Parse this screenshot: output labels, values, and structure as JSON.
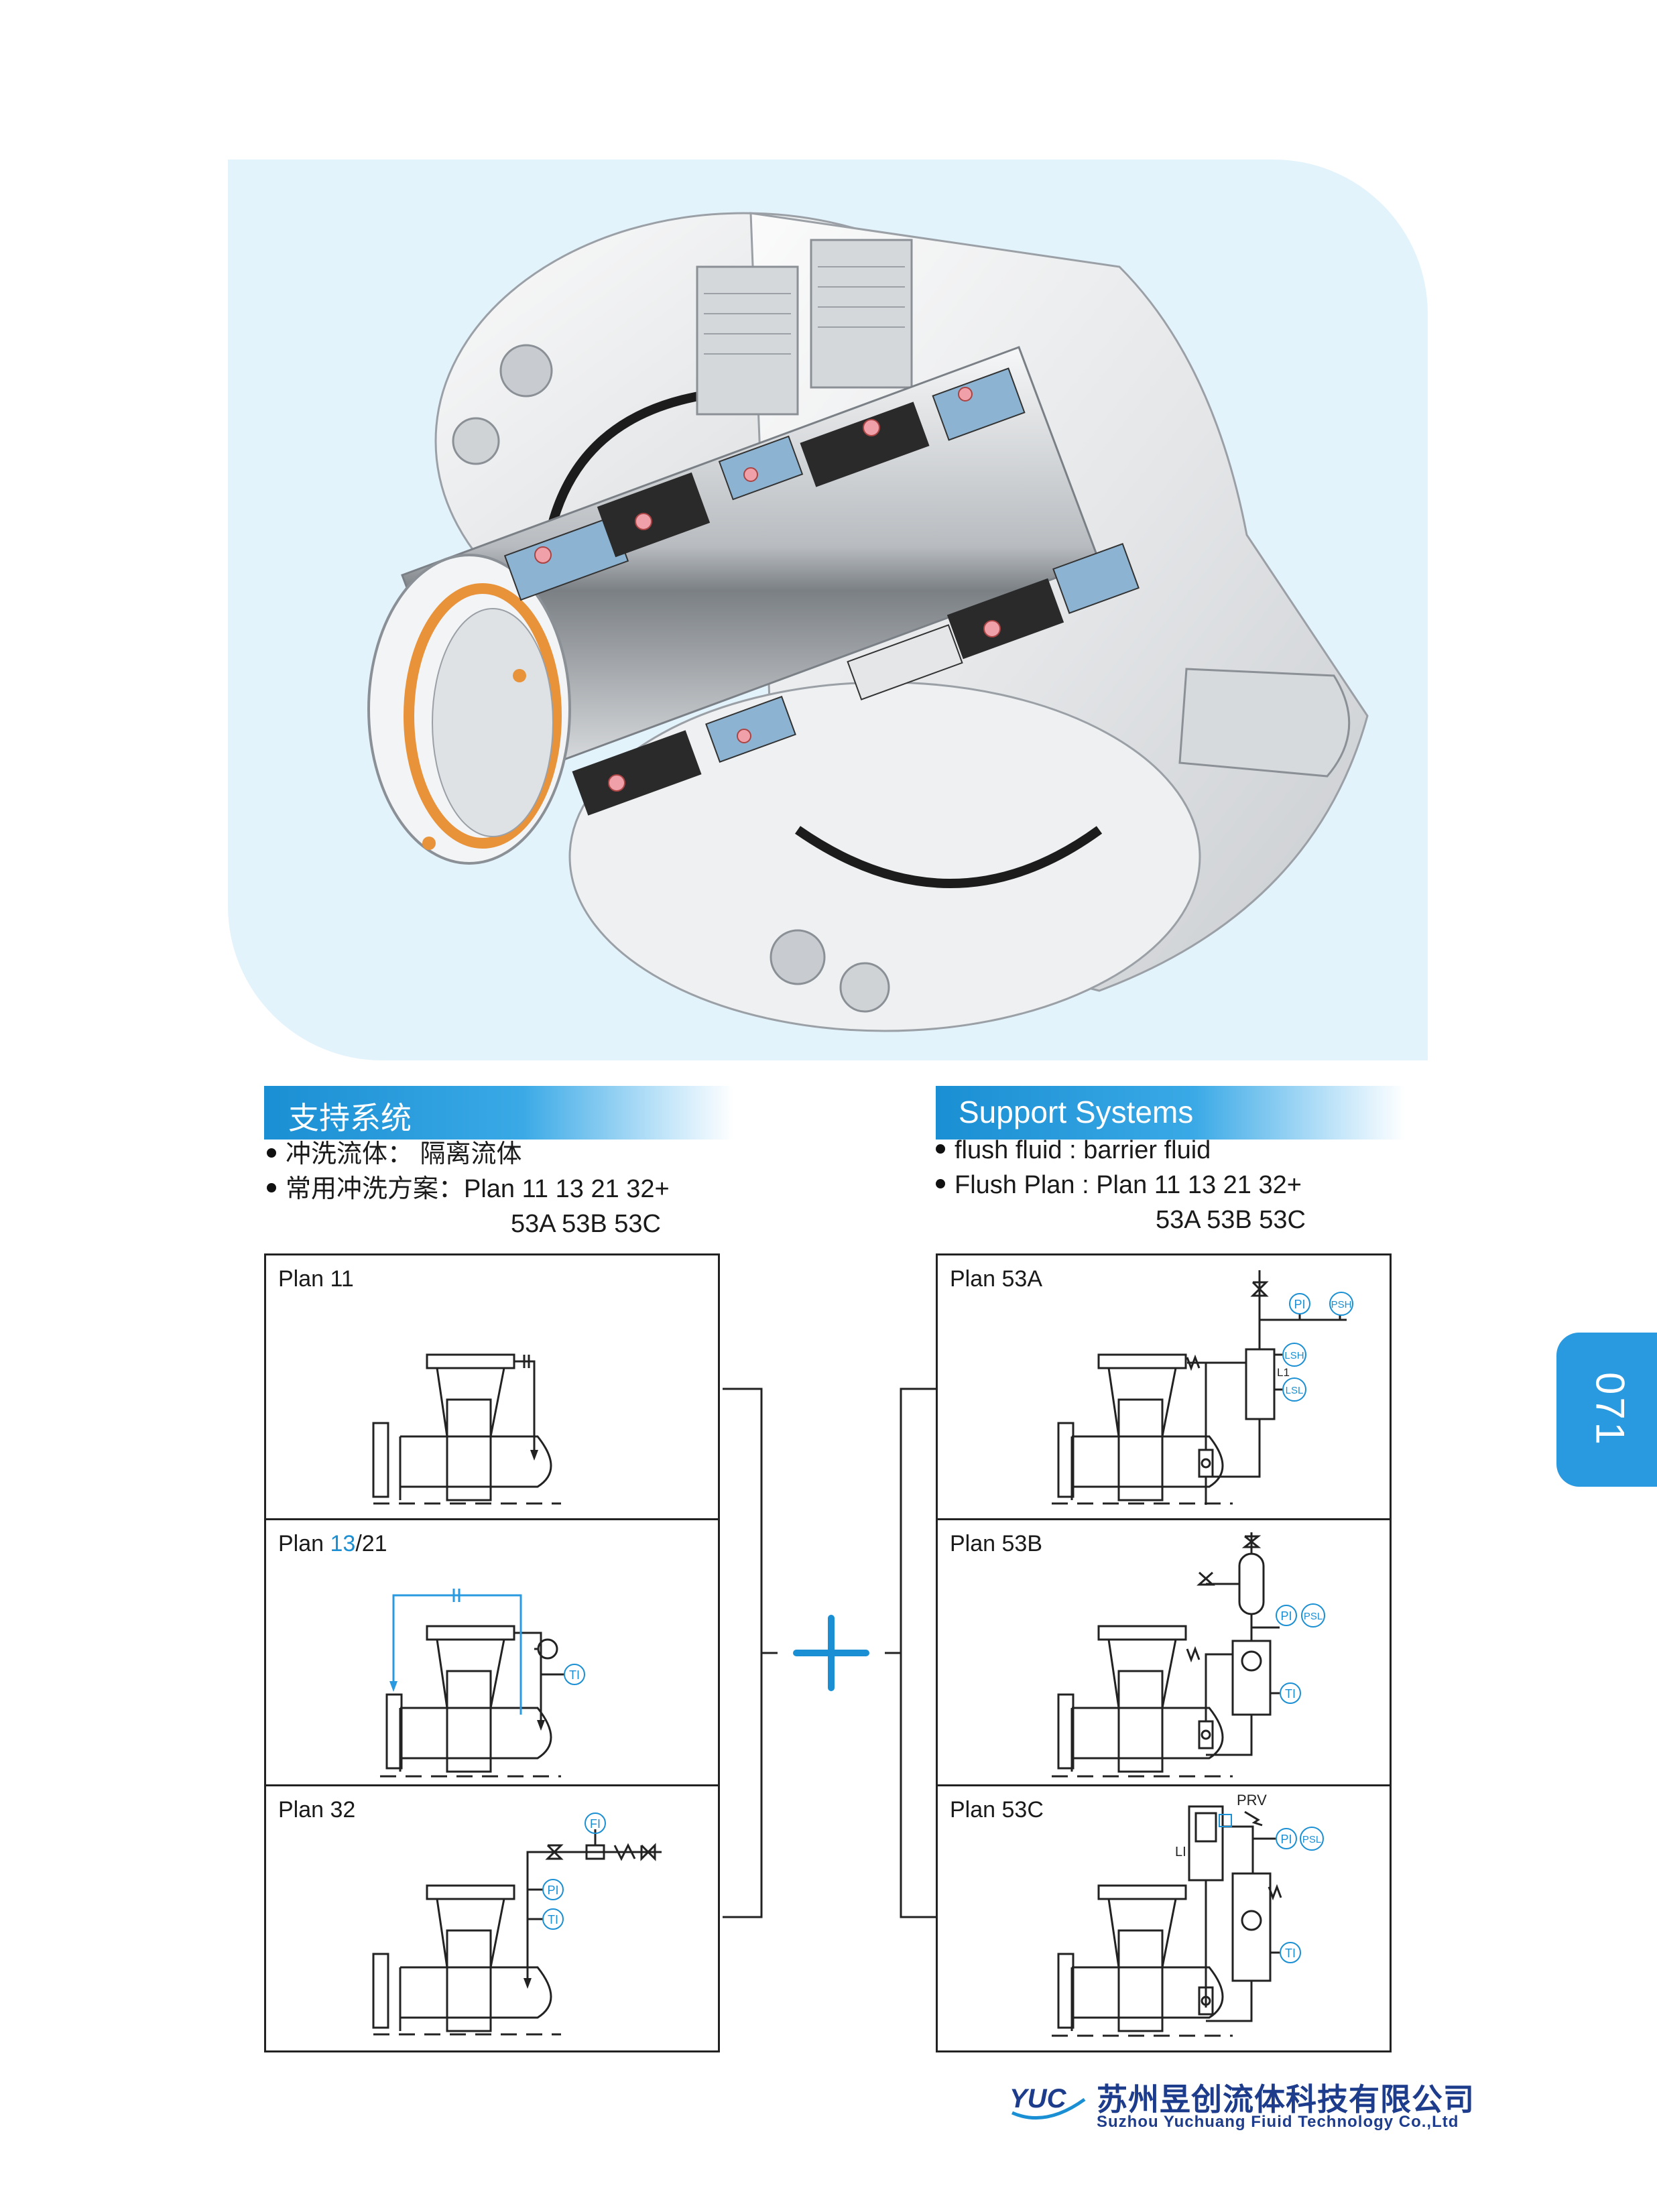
{
  "sections": {
    "cn": {
      "title": "支持系统",
      "bullet1": "冲洗流体： 隔离流体",
      "bullet2": "常用冲洗方案：Plan 11 13 21 32+",
      "bullet2_cont": "53A 53B 53C"
    },
    "en": {
      "title": "Support Systems",
      "bullet1": "flush fluid :  barrier fluid",
      "bullet2": "Flush Plan : Plan 11 13 21 32+",
      "bullet2_cont": "53A 53B 53C"
    }
  },
  "plans": {
    "p11": {
      "label": "Plan 11"
    },
    "p1321": {
      "prefix": "Plan ",
      "highlight": "13",
      "suffix": "/21",
      "ti": "TI"
    },
    "p32": {
      "label": "Plan 32",
      "fi": "FI",
      "pi": "PI",
      "ti": "TI"
    },
    "p53a": {
      "label": "Plan 53A",
      "pi": "PI",
      "psh": "PSH",
      "lsh": "LSH",
      "lsl": "LSL",
      "l1": "L1"
    },
    "p53b": {
      "label": "Plan 53B",
      "pi": "PI",
      "psl": "PSL",
      "ti": "TI"
    },
    "p53c": {
      "label": "Plan 53C",
      "prv": "PRV",
      "li": "LI",
      "pi": "PI",
      "psl": "PSL",
      "ti": "TI"
    }
  },
  "page_number": "071",
  "company": {
    "logo_text": "YUC",
    "name_cn": "苏州昱创流体科技有限公司",
    "name_en": "Suzhou Yuchuang Fiuid Technology Co.,Ltd"
  },
  "colors": {
    "accent": "#1a8fd3",
    "hero_bg": "#e3f3fc",
    "brand_navy": "#1e3c8c",
    "seal_pink": "#f0a0a8",
    "seal_blue": "#8cb4d2",
    "orange_ring": "#e8923a"
  }
}
